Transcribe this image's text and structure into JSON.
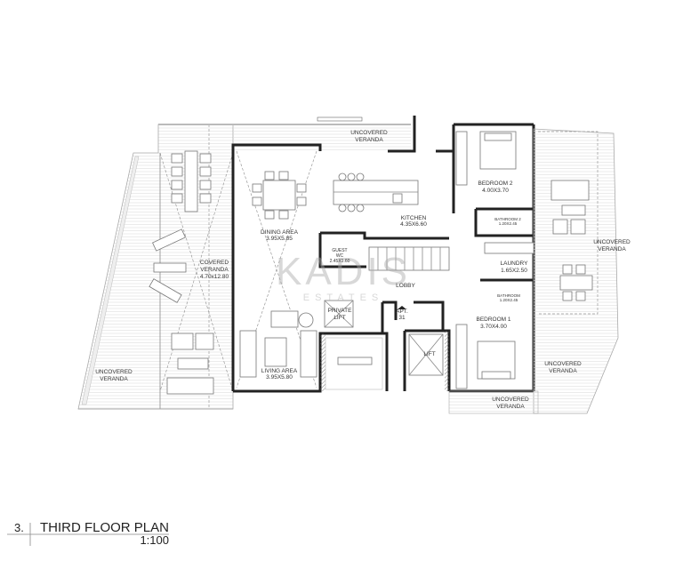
{
  "plan": {
    "rooms": {
      "uncovered_veranda_top": [
        "UNCOVERED",
        "VERANDA"
      ],
      "dining": [
        "DINING AREA",
        "3.95X5.85"
      ],
      "kitchen": [
        "KITCHEN",
        "4.35X6.60"
      ],
      "covered_veranda": [
        "COVERED",
        "VERANDA",
        "4.70x12.80"
      ],
      "guest_wc": [
        "GUEST",
        "WC",
        "2.45X1.60"
      ],
      "lobby": "LOBBY",
      "apt": [
        "APT.",
        "31"
      ],
      "private_lift": [
        "PRIVATE",
        "LIFT"
      ],
      "living": [
        "LIVING AREA",
        "3.95X5.80"
      ],
      "lift": "LIFT",
      "uncovered_veranda_left": [
        "UNCOVERED",
        "VERANDA"
      ],
      "bedroom2": [
        "BEDROOM 2",
        "4.00X3.70"
      ],
      "bathroom2": [
        "BATHROOM 2",
        "1.20X2.45"
      ],
      "laundry": [
        "LAUNDRY",
        "1.65X2.50"
      ],
      "bathroom": [
        "BATHROOM",
        "1.20X2.45"
      ],
      "bedroom1": [
        "BEDROOM 1",
        "3.70X4.00"
      ],
      "uncovered_veranda_right": [
        "UNCOVERED",
        "VERANDA"
      ],
      "uncovered_veranda_right_bottom": [
        "UNCOVERED",
        "VERANDA"
      ],
      "uncovered_veranda_bottom": [
        "UNCOVERED",
        "VERANDA"
      ]
    },
    "watermark": {
      "brand": "KADIS",
      "sub": "ESTATES"
    }
  },
  "title_block": {
    "number": "3.",
    "title": "THIRD FLOOR PLAN",
    "scale": "1:100"
  },
  "colors": {
    "walls": "#222222",
    "watermark": "#c9b98a"
  }
}
